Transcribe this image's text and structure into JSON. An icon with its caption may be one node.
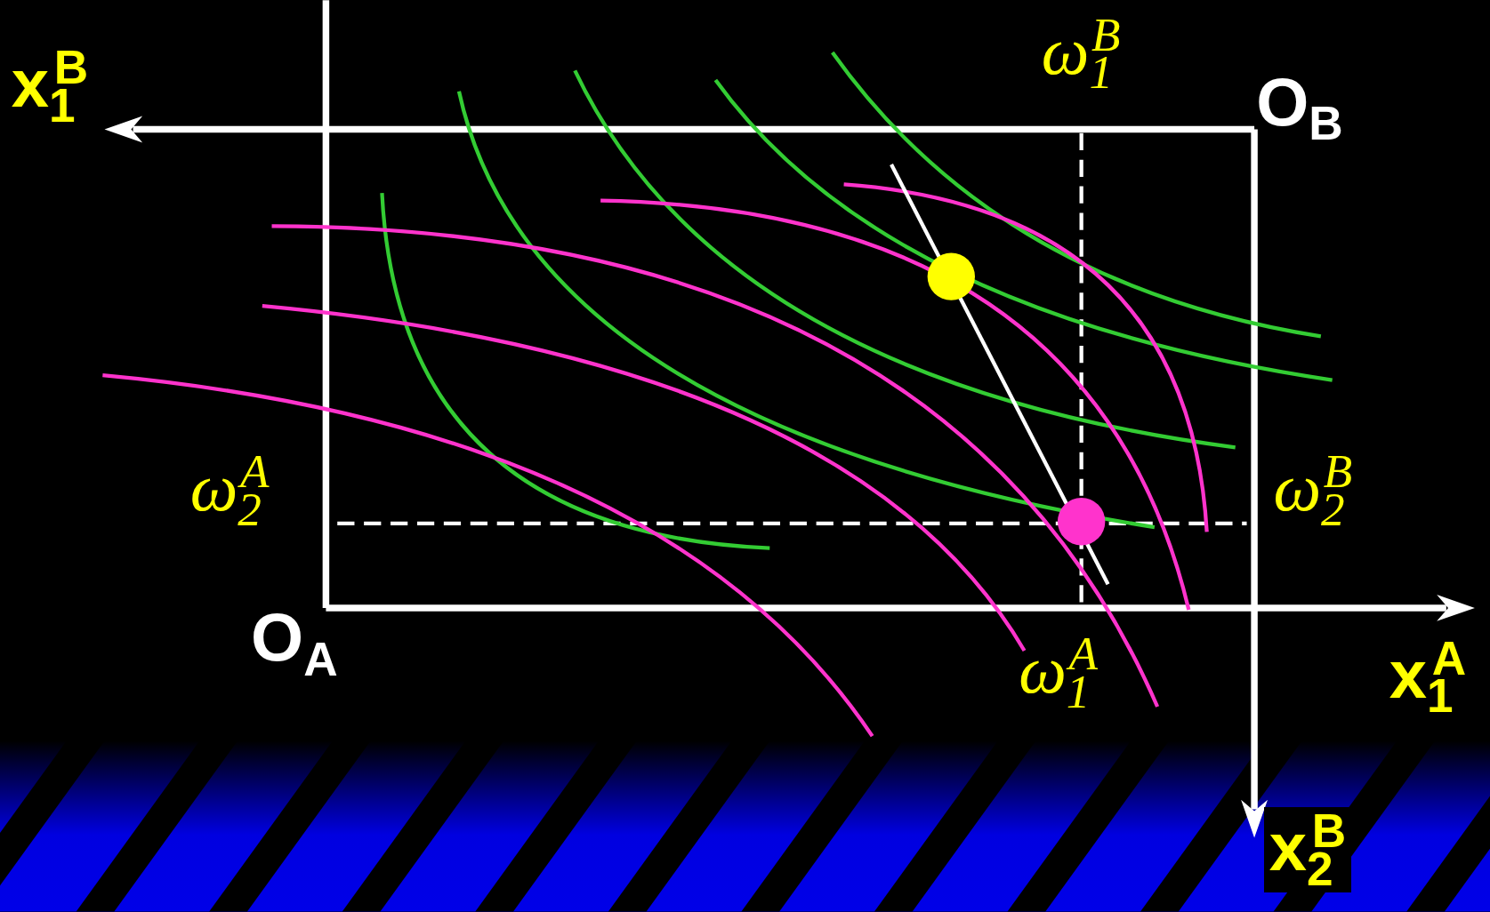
{
  "diagram": {
    "labels": [
      "x$_{1}$$^{B}$",
      "ω$_{1}$$^{B}$",
      "O$_{B}$",
      "ω$_{2}$$^{A}$",
      "ω$_{2}$$^{B}$",
      "O$_{A}$",
      "ω$_{1}$$^{A}$",
      "x$_{1}$$^{A}$",
      "x$_{2}$$^{B}$"
    ]
  }
}
